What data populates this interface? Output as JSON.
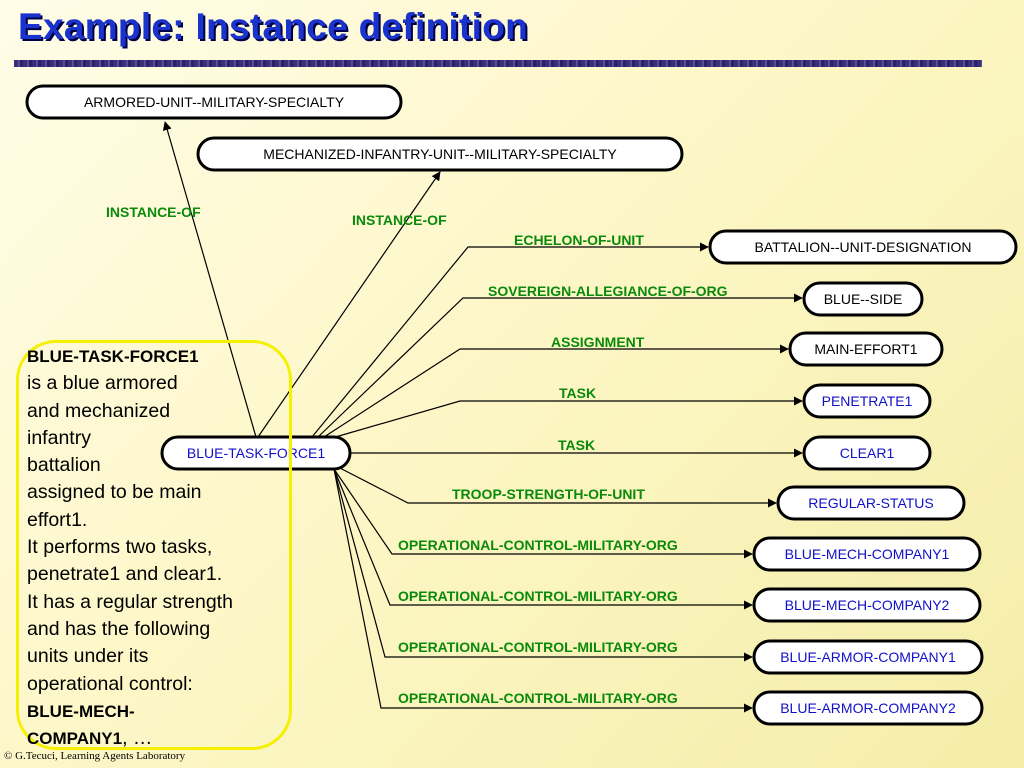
{
  "title": "Example: Instance definition",
  "footer": "© G.Tecuci, Learning Agents Laboratory",
  "description": {
    "subject": "BLUE-TASK-FORCE1",
    "line1": "is a blue armored",
    "line2": "and mechanized",
    "line3": "infantry",
    "line4": "battalion",
    "line5": "assigned to be main",
    "line6": "effort1.",
    "line7": "It performs two tasks,",
    "line8": "penetrate1 and clear1.",
    "line9": "It has a regular strength",
    "line10": "and has the following",
    "line11": "units under its",
    "line12": "operational control:",
    "unit_a": "BLUE-MECH-",
    "unit_b": "COMPANY1",
    "ellipsis": ", …"
  },
  "center_node": "BLUE-TASK-FORCE1",
  "instance_of": [
    {
      "label": "INSTANCE-OF",
      "target": "ARMORED-UNIT--MILITARY-SPECIALTY"
    },
    {
      "label": "INSTANCE-OF",
      "target": "MECHANIZED-INFANTRY-UNIT--MILITARY-SPECIALTY"
    }
  ],
  "relations": [
    {
      "label": "ECHELON-OF-UNIT",
      "target": "BATTALION--UNIT-DESIGNATION",
      "target_color": "black"
    },
    {
      "label": "SOVEREIGN-ALLEGIANCE-OF-ORG",
      "target": "BLUE--SIDE",
      "target_color": "black"
    },
    {
      "label": "ASSIGNMENT",
      "target": "MAIN-EFFORT1",
      "target_color": "black"
    },
    {
      "label": "TASK",
      "target": "PENETRATE1",
      "target_color": "blue"
    },
    {
      "label": "TASK",
      "target": "CLEAR1",
      "target_color": "blue"
    },
    {
      "label": "TROOP-STRENGTH-OF-UNIT",
      "target": "REGULAR-STATUS",
      "target_color": "blue"
    },
    {
      "label": "OPERATIONAL-CONTROL-MILITARY-ORG",
      "target": "BLUE-MECH-COMPANY1",
      "target_color": "blue"
    },
    {
      "label": "OPERATIONAL-CONTROL-MILITARY-ORG",
      "target": "BLUE-MECH-COMPANY2",
      "target_color": "blue"
    },
    {
      "label": "OPERATIONAL-CONTROL-MILITARY-ORG",
      "target": "BLUE-ARMOR-COMPANY1",
      "target_color": "blue"
    },
    {
      "label": "OPERATIONAL-CONTROL-MILITARY-ORG",
      "target": "BLUE-ARMOR-COMPANY2",
      "target_color": "blue"
    }
  ],
  "colors": {
    "title": "#1a33cc",
    "edge_label": "#0a8a0a",
    "blue_node_text": "#1010c8",
    "highlight_box": "#f5f000"
  }
}
